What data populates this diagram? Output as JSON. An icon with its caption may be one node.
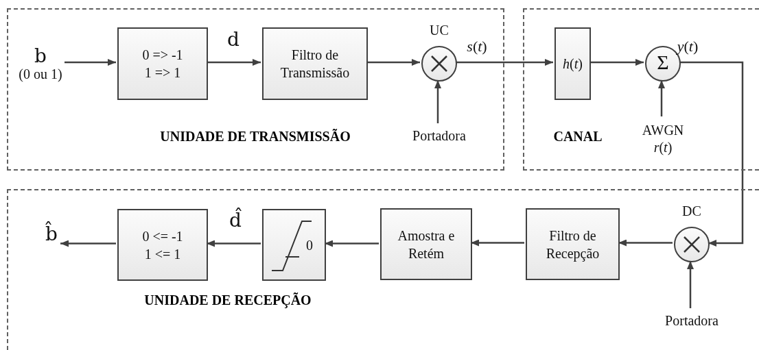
{
  "diagram": {
    "nodes": [
      {
        "text": [
          "UNIDADE DE TRANSMISSÃO"
        ]
      },
      {
        "text": [
          "b",
          "(0 ou 1)"
        ],
        "in": 0
      },
      {
        "text": [
          "0 => -1",
          "1 => 1"
        ],
        "in": 0
      },
      {
        "text": [
          "Filtro de Transmissão"
        ],
        "in": 0
      },
      {
        "text": [
          "UC"
        ],
        "in": 0
      },
      {
        "text": [
          "Portadora"
        ],
        "in": 0
      },
      {
        "text": [
          "CANAL"
        ]
      },
      {
        "text": [
          "*h*(*t*)"
        ],
        "in": 6
      },
      {
        "text": [
          "Σ"
        ],
        "in": 6
      },
      {
        "text": [
          "AWGN",
          "*r*(*t*)"
        ],
        "in": 6
      },
      {
        "text": [
          "UNIDADE DE RECEPÇÃO"
        ]
      },
      {
        "text": [
          "DC"
        ],
        "in": 10
      },
      {
        "text": [
          "Portadora"
        ],
        "in": 10
      },
      {
        "text": [
          "Filtro de Recepção"
        ],
        "in": 10
      },
      {
        "text": [
          "Amostra e Retém"
        ],
        "in": 10
      },
      {
        "text": [
          "0"
        ],
        "in": 10
      },
      {
        "text": [
          "0 <= -1",
          "1 <= 1"
        ],
        "in": 10
      },
      {
        "text": [
          "b̂"
        ],
        "in": 10
      }
    ],
    "edges": [
      {
        "from": 1,
        "to": 2,
        "arrow": "to"
      },
      {
        "from": 2,
        "to": 3,
        "arrow": "to",
        "label": "d"
      },
      {
        "from": 3,
        "to": 4,
        "arrow": "to"
      },
      {
        "from": 5,
        "to": 4,
        "arrow": "to"
      },
      {
        "from": 4,
        "to": 7,
        "arrow": "to",
        "label": "*s*(*t*)"
      },
      {
        "from": 7,
        "to": 8,
        "arrow": "to"
      },
      {
        "from": 9,
        "to": 8,
        "arrow": "to"
      },
      {
        "from": 8,
        "to": 11,
        "arrow": "to",
        "label": "*y*(*t*)"
      },
      {
        "from": 12,
        "to": 11,
        "arrow": "to"
      },
      {
        "from": 11,
        "to": 13,
        "arrow": "to"
      },
      {
        "from": 13,
        "to": 14,
        "arrow": "to"
      },
      {
        "from": 14,
        "to": 15,
        "arrow": "to"
      },
      {
        "from": 15,
        "to": 16,
        "arrow": "to",
        "label": "d̂"
      },
      {
        "from": 16,
        "to": 17,
        "arrow": "to"
      }
    ]
  }
}
